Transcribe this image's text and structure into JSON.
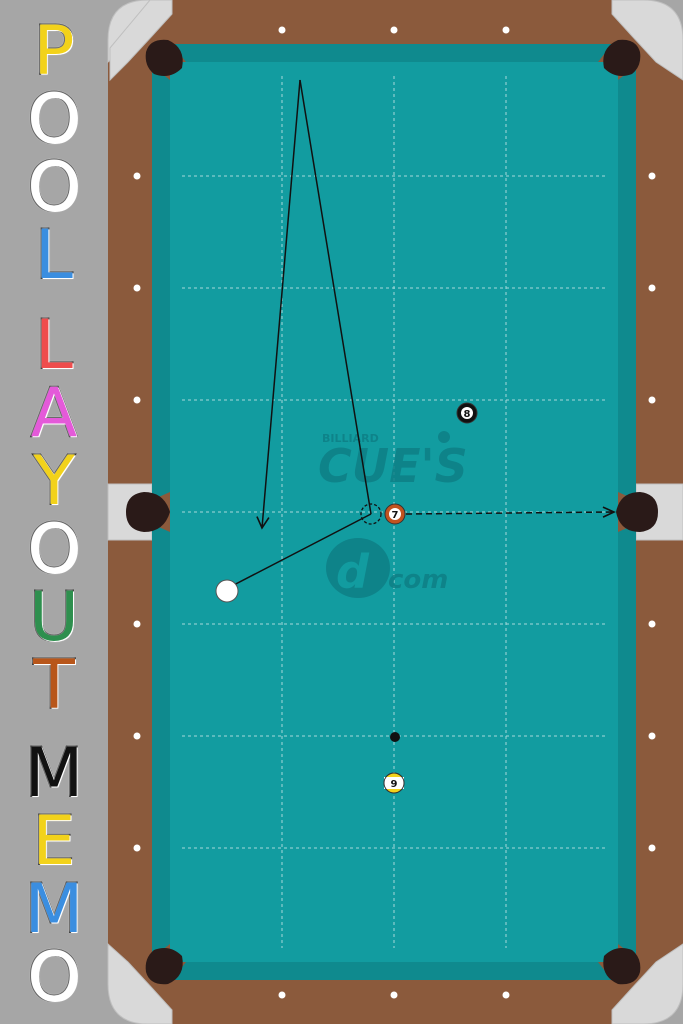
{
  "app": {
    "title": "POOL LAYOUT MEMO"
  },
  "title_letters": [
    {
      "char": "P",
      "color": "#f2d21b"
    },
    {
      "char": "O",
      "color": "#ffffff"
    },
    {
      "char": "O",
      "color": "#ffffff"
    },
    {
      "char": "L",
      "color": "#3b8ee0"
    },
    {
      "char": "L",
      "color": "#ef4d4d"
    },
    {
      "char": "A",
      "color": "#e45ad9"
    },
    {
      "char": "Y",
      "color": "#f2d21b"
    },
    {
      "char": "O",
      "color": "#ffffff"
    },
    {
      "char": "U",
      "color": "#2e8f4e"
    },
    {
      "char": "T",
      "color": "#b8561a"
    },
    {
      "char": "M",
      "color": "#111111"
    },
    {
      "char": "E",
      "color": "#f2d21b"
    },
    {
      "char": "M",
      "color": "#3b8ee0"
    },
    {
      "char": "O",
      "color": "#ffffff"
    }
  ],
  "table": {
    "felt_color": "#129ca0",
    "rail_color": "#8b5a3c",
    "diamond_color": "#ffffff",
    "pocket_color": "#2a1a18"
  },
  "watermark": {
    "small": "BILLIARD",
    "brand": "CUE'S",
    "suffix": "com"
  },
  "balls": [
    {
      "id": "cue",
      "number": "",
      "kind": "cue",
      "color": "#ffffff"
    },
    {
      "id": "ball-7",
      "number": "7",
      "kind": "solid",
      "color": "#c0531f"
    },
    {
      "id": "ball-8",
      "number": "8",
      "kind": "solid",
      "color": "#111111"
    },
    {
      "id": "ball-9",
      "number": "9",
      "kind": "stripe",
      "color": "#f2d21b"
    }
  ]
}
